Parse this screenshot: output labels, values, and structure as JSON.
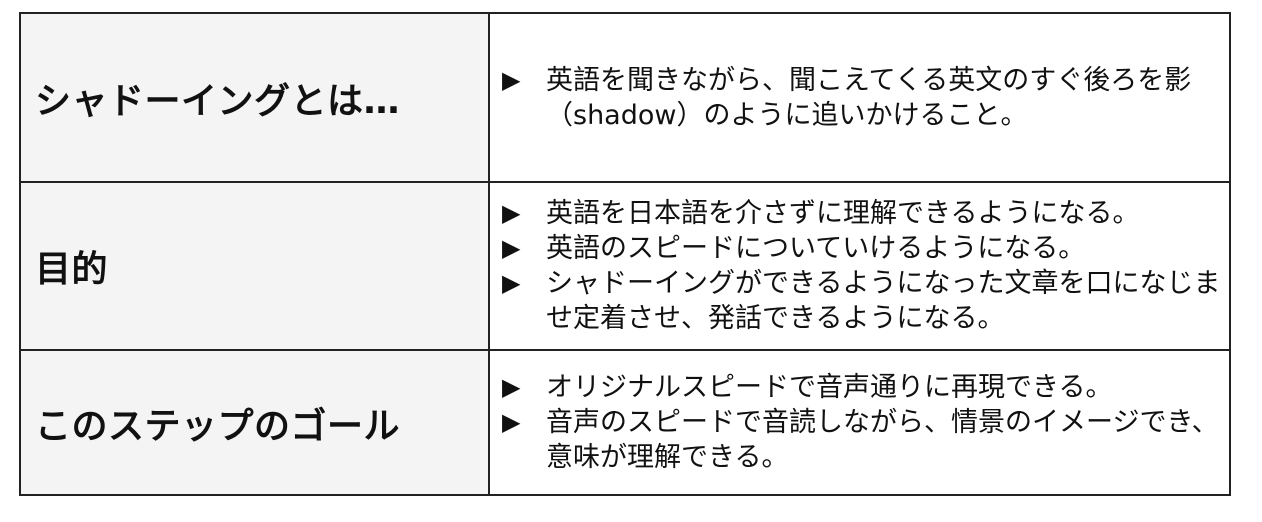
{
  "rows": [
    {
      "label": "シャドーイングとは…",
      "items": [
        "英語を聞きながら、聞こえてくる英文のすぐ後ろを影（shadow）のように追いかけること。"
      ]
    },
    {
      "label": "目的",
      "items": [
        "英語を日本語を介さずに理解できるようになる。",
        "英語のスピードについていけるようになる。",
        "シャドーイングができるようになった文章を口になじませ定着させ、発話できるようになる。"
      ]
    },
    {
      "label": "このステップのゴール",
      "items": [
        "オリジナルスピードで音声通りに再現できる。",
        "音声のスピードで音読しながら、情景のイメージでき、意味が理解できる。"
      ]
    }
  ],
  "bullet_symbol": "▶"
}
